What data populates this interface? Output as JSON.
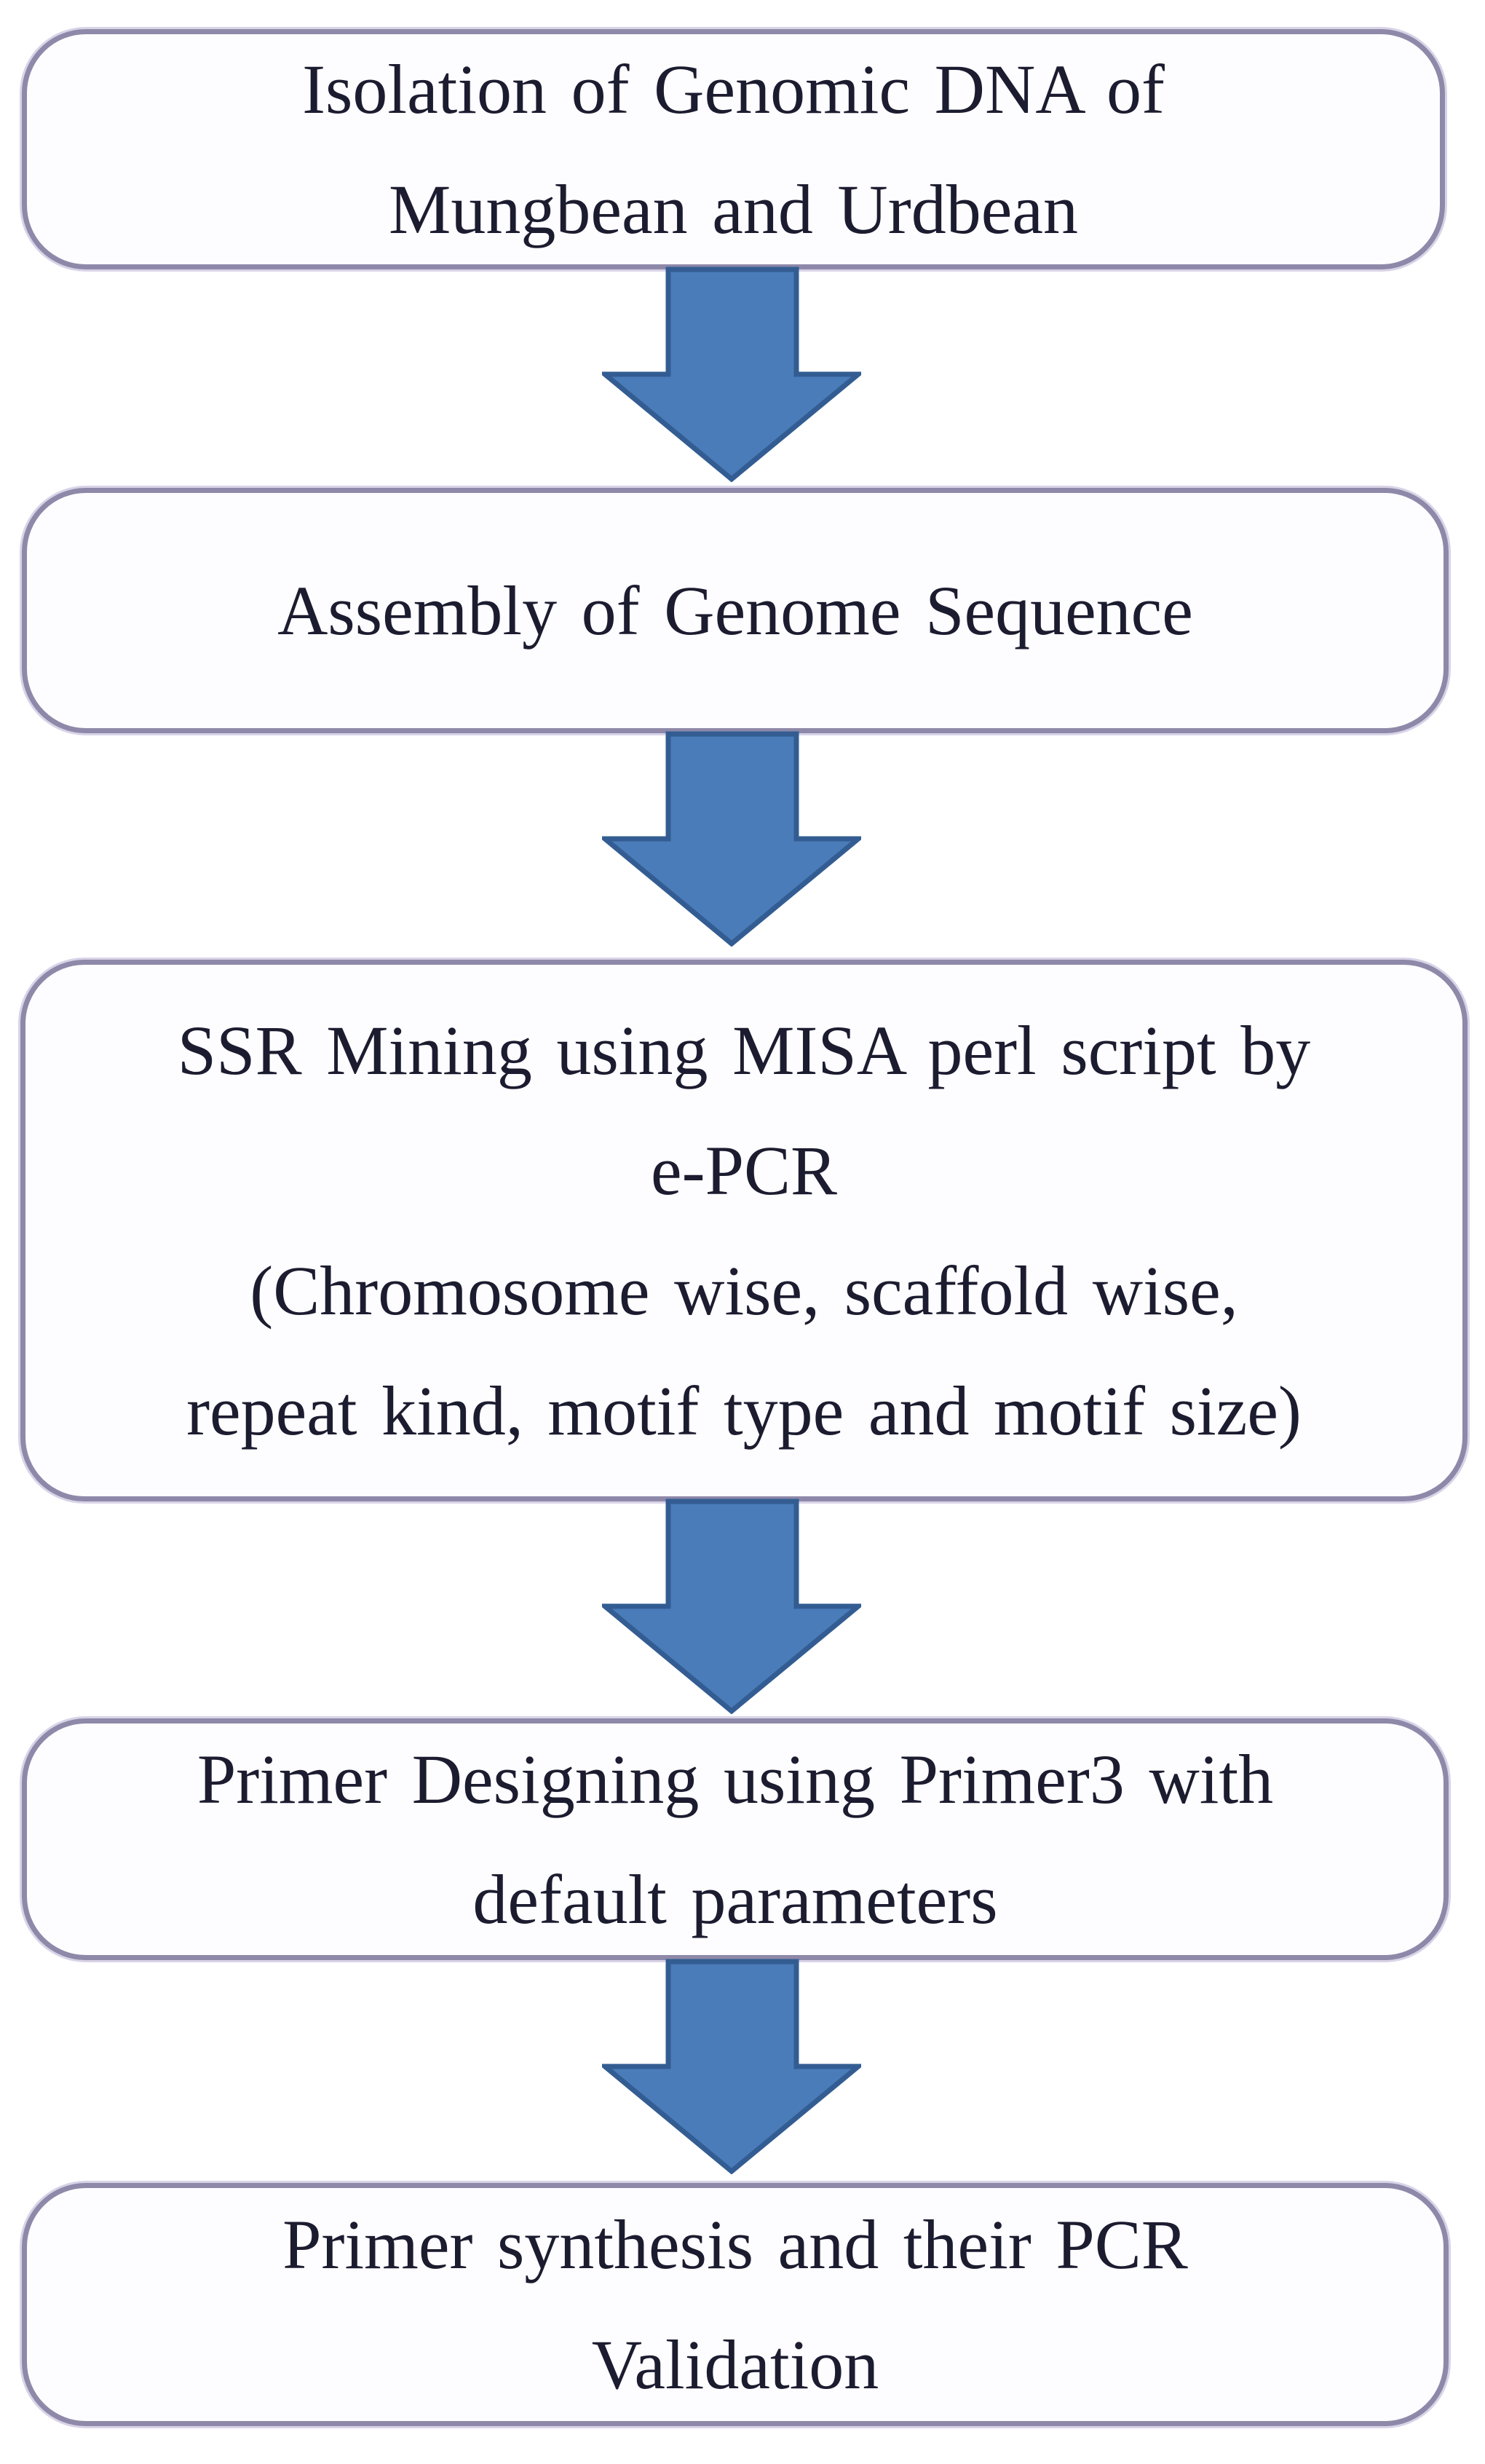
{
  "theme": {
    "page_bg": "#ffffff",
    "box_bg": "#fdfcfe",
    "box_border": "#8e89a9",
    "box_halo": "#d9d3e8",
    "text_color": "#1c1c30",
    "arrow_fill": "#4a7cba",
    "arrow_stroke": "#335d92"
  },
  "icons": {
    "down_arrow": "block-down-arrow"
  },
  "flowchart": {
    "type": "vertical-flowchart",
    "step_count": 5,
    "connector": "down-arrow",
    "boxes": [
      {
        "step": 1,
        "lines": [
          "Isolation of Genomic DNA of",
          "Mungbean and Urdbean"
        ]
      },
      {
        "step": 2,
        "lines": [
          "Assembly of Genome Sequence"
        ]
      },
      {
        "step": 3,
        "lines": [
          "SSR Mining using MISA perl script by",
          "e-PCR",
          "(Chromosome wise, scaffold wise,",
          "repeat kind, motif type and motif size)"
        ]
      },
      {
        "step": 4,
        "lines": [
          "Primer Designing using Primer3 with",
          "default parameters"
        ]
      },
      {
        "step": 5,
        "lines": [
          "Primer synthesis and their PCR",
          "Validation"
        ]
      }
    ]
  }
}
